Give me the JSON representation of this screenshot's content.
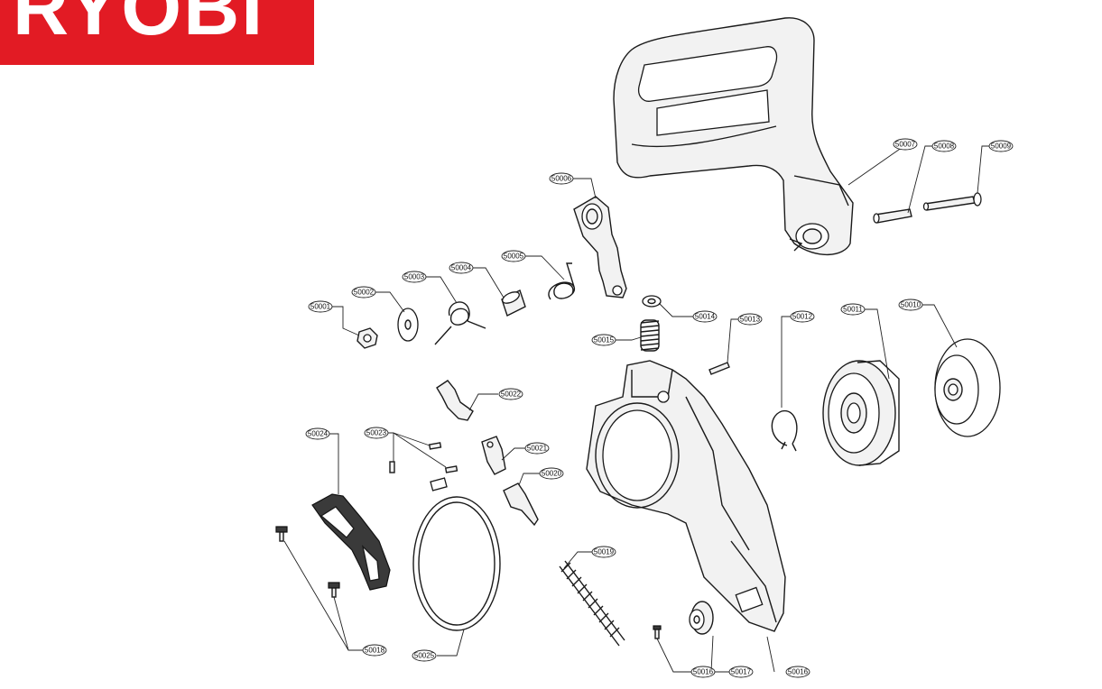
{
  "brand": {
    "logo_text": "RYOBI",
    "logo_color": "#e21b24"
  },
  "callouts": {
    "p50001": "50001",
    "p50002": "50002",
    "p50003": "50003",
    "p50004": "50004",
    "p50005": "50005",
    "p50006": "50006",
    "p50007": "50007",
    "p50008": "50008",
    "p50009": "50009",
    "p50010": "50010",
    "p50011": "50011",
    "p50012": "50012",
    "p50013": "50013",
    "p50014": "50014",
    "p50015": "50015",
    "p50016a": "50016",
    "p50016b": "50016",
    "p50017": "50017",
    "p50018a": "50018",
    "p50018b": "50018",
    "p50019": "50019",
    "p50020": "50020",
    "p50021": "50021",
    "p50022": "50022",
    "p50023": "50023",
    "p50024": "50024",
    "p50025": "50025"
  }
}
